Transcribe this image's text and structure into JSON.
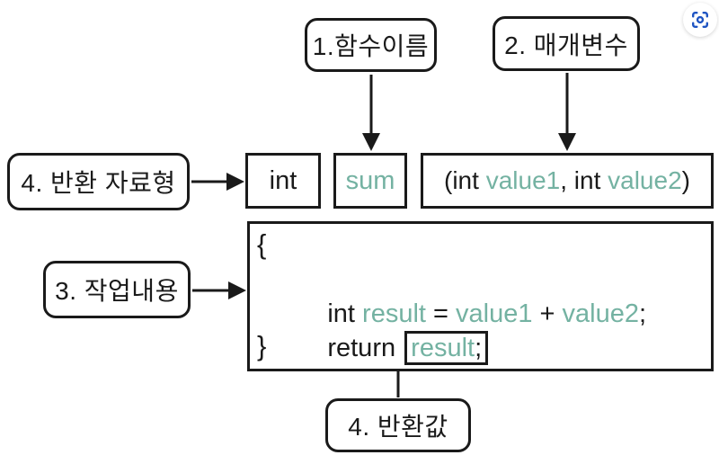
{
  "colors": {
    "ink": "#1a1a1a",
    "teal": "#74b2a2",
    "lens_blue": "#1d53c2"
  },
  "callouts": {
    "function_name": "1.함수이름",
    "parameters": "2. 매개변수",
    "return_type": "4. 반환 자료형",
    "body": "3. 작업내용",
    "return_value": "4. 반환값"
  },
  "signature": {
    "return_type": "int",
    "name": "sum",
    "params_segments": [
      {
        "text": "(int "
      },
      {
        "text": "value1"
      },
      {
        "text": ", int "
      },
      {
        "text": "value2"
      },
      {
        "text": ")"
      }
    ]
  },
  "code": {
    "open_brace": "{",
    "line1_segments": [
      {
        "text": "int "
      },
      {
        "text": "result"
      },
      {
        "text": " = "
      },
      {
        "text": "value1"
      },
      {
        "text": " + "
      },
      {
        "text": "value2"
      },
      {
        "text": ";"
      }
    ],
    "line2_prefix": "return ",
    "line2_boxed_segments": [
      {
        "text": "result"
      },
      {
        "text": ";"
      }
    ],
    "close_brace": "}"
  },
  "icons": {
    "lens": "screenshot-search-icon"
  }
}
